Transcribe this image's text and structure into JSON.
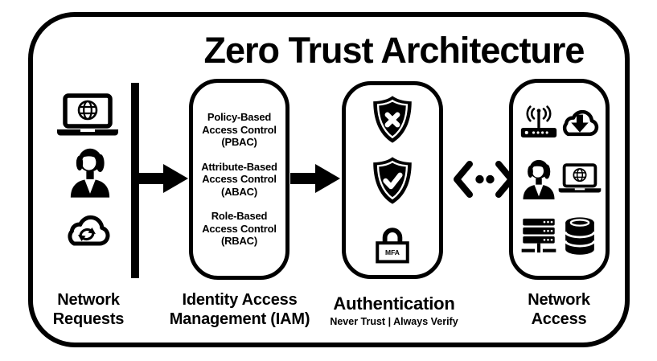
{
  "title": "Zero Trust Architecture",
  "network_requests": {
    "label": [
      "Network",
      "Requests"
    ],
    "icons": [
      "laptop-globe",
      "woman-user",
      "cloud-sync"
    ]
  },
  "iam": {
    "label": [
      "Identity Access",
      "Management (IAM)"
    ],
    "items": [
      {
        "lines": [
          "Policy-Based",
          "Access Control",
          "(PBAC)"
        ]
      },
      {
        "lines": [
          "Attribute-Based",
          "Access Control",
          "(ABAC)"
        ]
      },
      {
        "lines": [
          "Role-Based",
          "Access Control",
          "(RBAC)"
        ]
      }
    ]
  },
  "authentication": {
    "label": "Authentication",
    "sublabel": "Never Trust | Always Verify",
    "icons": [
      "shield-deny",
      "shield-verify",
      "mfa-lock"
    ],
    "mfa_label": "MFA"
  },
  "network_access": {
    "label": [
      "Network",
      "Access"
    ],
    "icons": [
      "wireless-router",
      "cloud-download",
      "woman-user",
      "laptop-globe",
      "server-stack",
      "database"
    ]
  },
  "colors": {
    "ink": "#000000",
    "background": "#ffffff"
  }
}
